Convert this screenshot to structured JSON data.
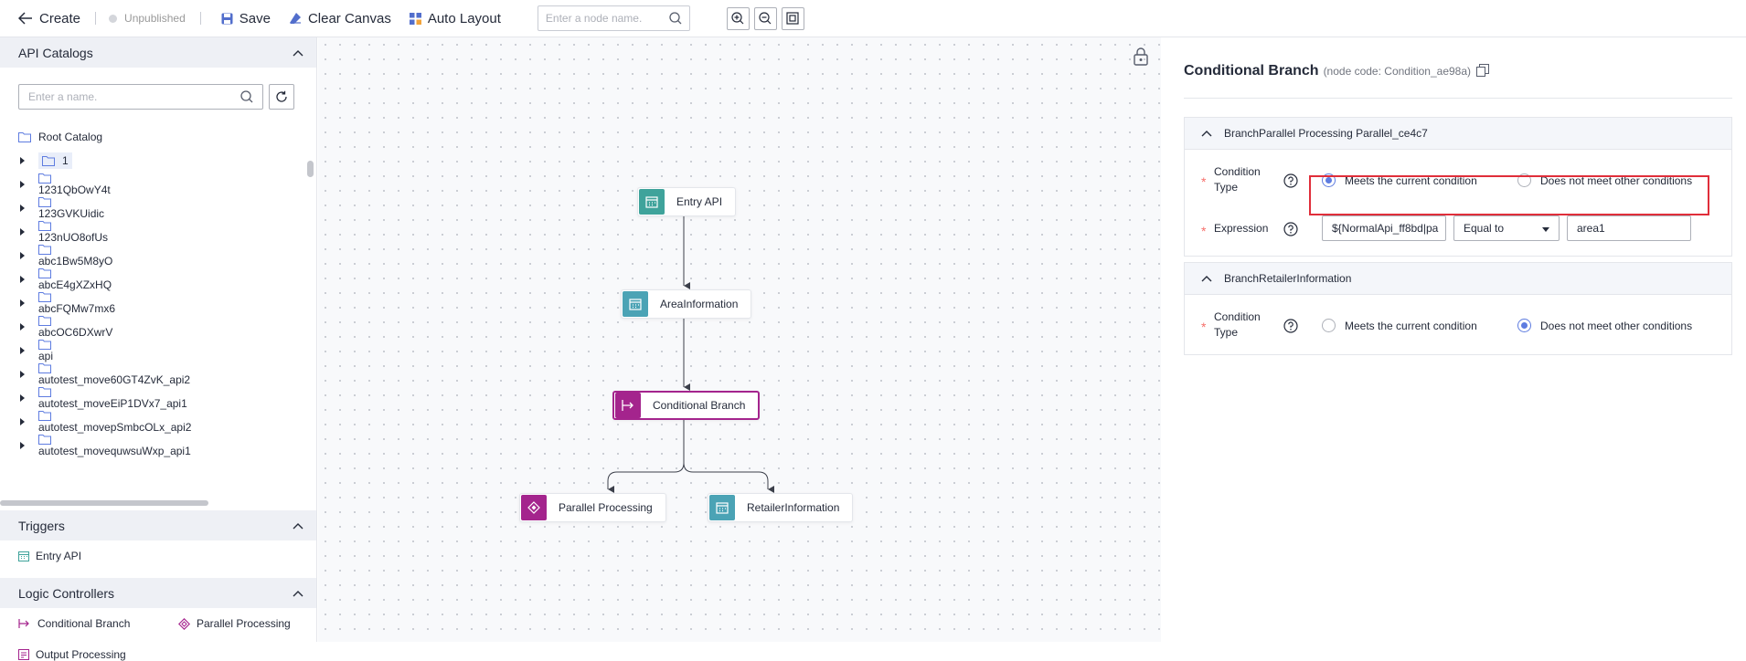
{
  "toolbar": {
    "back_label": "Create",
    "status": "Unpublished",
    "save_label": "Save",
    "clear_label": "Clear Canvas",
    "auto_layout_label": "Auto Layout",
    "node_search_placeholder": "Enter a node name."
  },
  "left_panel": {
    "api_catalogs_title": "API Catalogs",
    "catalog_search_placeholder": "Enter a name.",
    "tree": {
      "root": "Root Catalog",
      "items": [
        "1",
        "1231QbOwY4t",
        "123GVKUidic",
        "123nUO8ofUs",
        "abc1Bw5M8yO",
        "abcE4gXZxHQ",
        "abcFQMw7mx6",
        "abcOC6DXwrV",
        "api",
        "autotest_move60GT4ZvK_api2",
        "autotest_moveEiP1DVx7_api1",
        "autotest_movepSmbcOLx_api2",
        "autotest_movequwsuWxp_api1"
      ]
    },
    "triggers_title": "Triggers",
    "triggers": [
      "Entry API"
    ],
    "logic_title": "Logic Controllers",
    "logic_items": [
      "Conditional Branch",
      "Parallel Processing",
      "Output Processing"
    ]
  },
  "canvas": {
    "nodes": {
      "entry": "Entry API",
      "area": "AreaInformation",
      "branch": "Conditional Branch",
      "parallel": "Parallel Processing",
      "retailer": "RetailerInformation"
    }
  },
  "right_panel": {
    "title": "Conditional Branch",
    "node_code": "(node code: Condition_ae98a)",
    "branch1": {
      "header": "BranchParallel Processing Parallel_ce4c7",
      "condition_type_label": "Condition Type",
      "option_meets": "Meets the current condition",
      "option_not_meet": "Does not meet other conditions",
      "selected": "meets",
      "expression_label": "Expression",
      "expression_value": "${NormalApi_ff8bd|pa",
      "operator": "Equal to",
      "compare_value": "area1"
    },
    "branch2": {
      "header": "BranchRetailerInformation",
      "condition_type_label": "Condition Type",
      "option_meets": "Meets the current condition",
      "option_not_meet": "Does not meet other conditions",
      "selected": "not_meet"
    }
  },
  "colors": {
    "accent_blue": "#5e7ce0",
    "branch_purple": "#a4248d",
    "api_teal": "#4ba3b5",
    "entry_teal": "#3fa39b",
    "required_red": "#f66f6a",
    "highlight_red": "#e02e3a"
  }
}
